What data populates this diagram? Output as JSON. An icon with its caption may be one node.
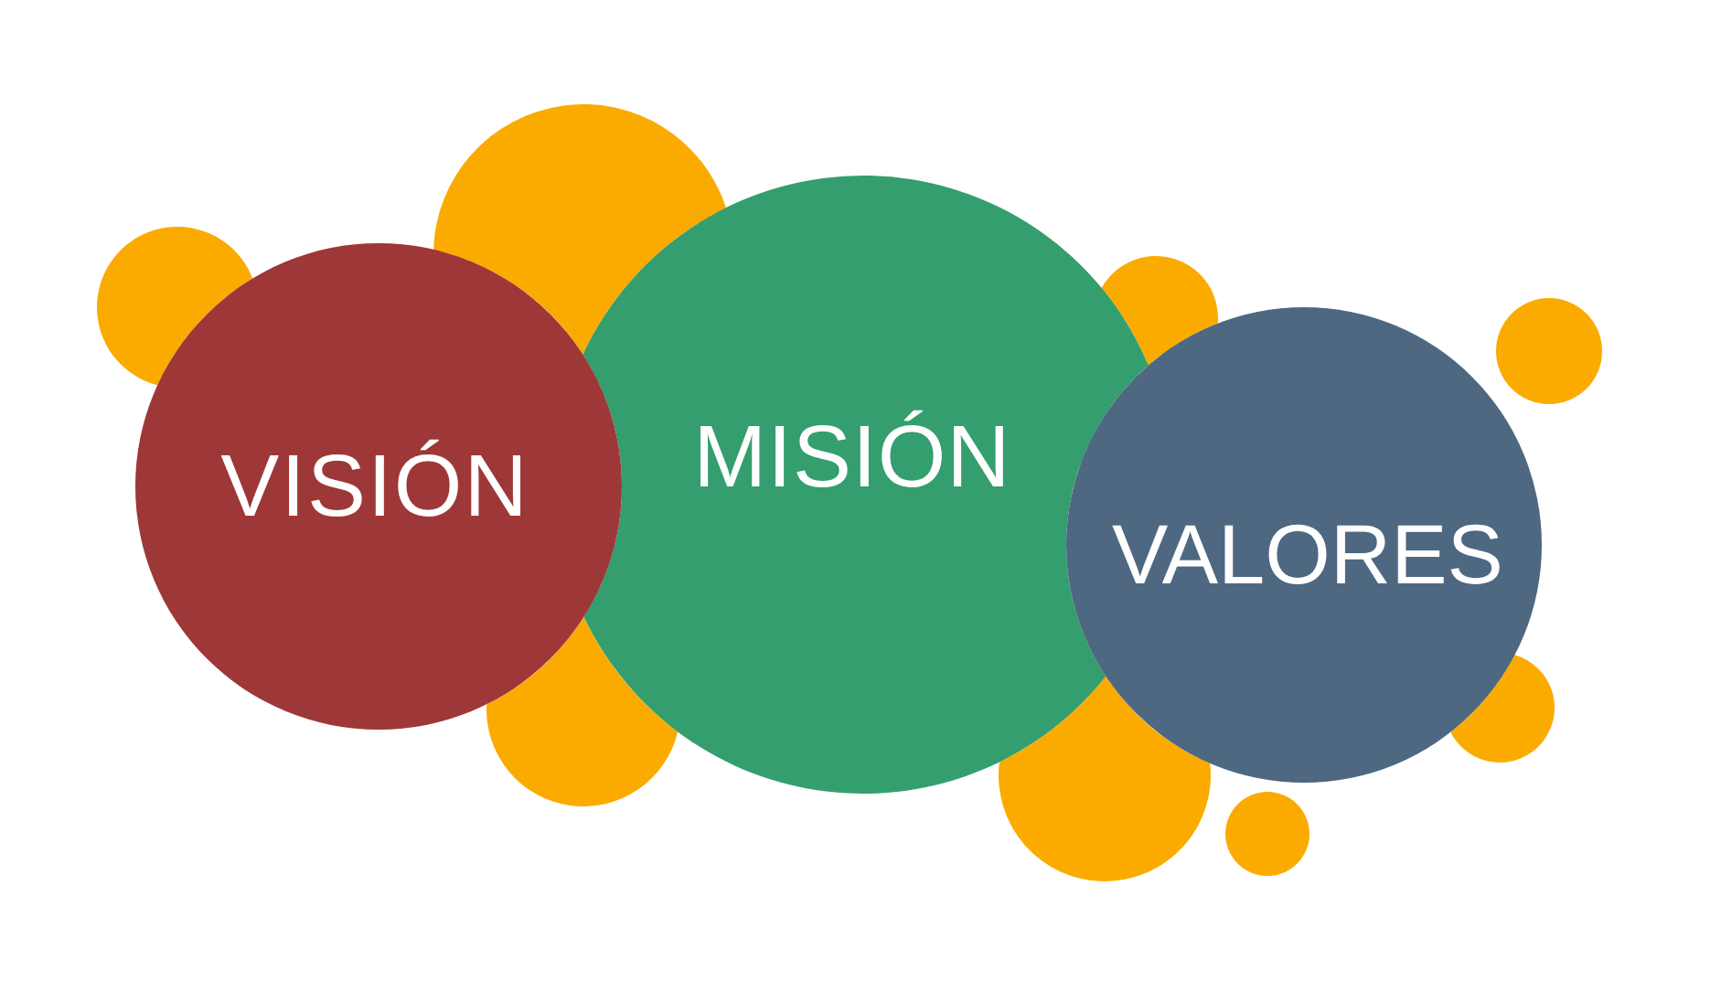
{
  "diagram": {
    "nodes": [
      {
        "text": [
          "VISIÓN"
        ]
      },
      {
        "text": [
          "MISIÓN"
        ]
      },
      {
        "text": [
          "VALORES"
        ]
      },
      {
        "text": [],
        "shape": "circle"
      },
      {
        "text": [],
        "shape": "circle"
      },
      {
        "text": [],
        "shape": "circle"
      },
      {
        "text": [],
        "shape": "circle"
      },
      {
        "text": [],
        "shape": "circle"
      },
      {
        "text": [],
        "shape": "circle"
      },
      {
        "text": [],
        "shape": "circle"
      },
      {
        "text": [],
        "shape": "circle"
      }
    ]
  }
}
